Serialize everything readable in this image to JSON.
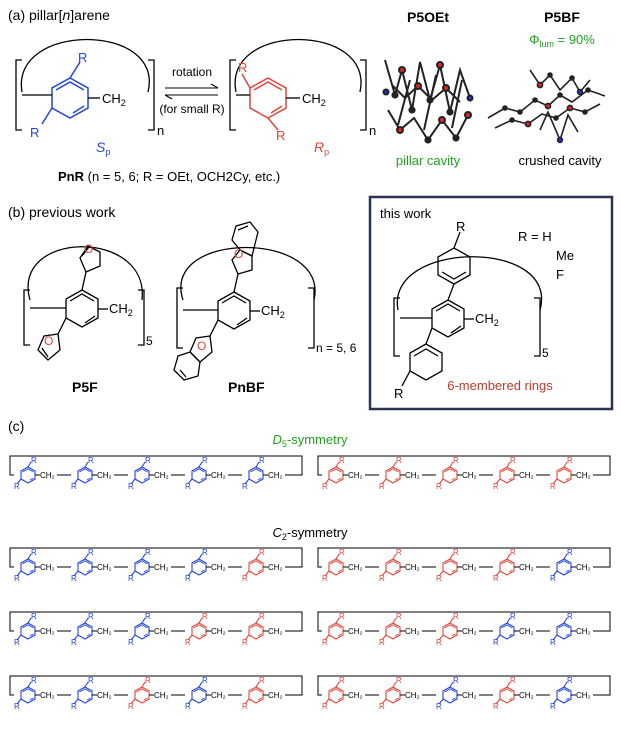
{
  "panel_a": {
    "label": "(a) pillar[",
    "label_n": "n",
    "label_end": "]arene",
    "arrow_top": "rotation",
    "arrow_bottom": "(for small R)",
    "r_text": "R",
    "ch2_text": "CH2",
    "n_text": "n",
    "sp_S": "S",
    "sp_sub": "p",
    "rp_R": "R",
    "rp_sub": "p",
    "caption_bold": "PnR",
    "caption_rest": " (n = 5, 6; R = OEt, OCH2Cy, etc.)",
    "p5oet_title": "P5OEt",
    "p5bf_title": "P5BF",
    "phi": "Φ",
    "phi_sub": "lum",
    "phi_val": " = 90%",
    "pillar_cavity": "pillar cavity",
    "crushed_cavity": "crushed cavity"
  },
  "panel_b": {
    "label": "(b) previous work",
    "p5f_label": "P5F",
    "pnbf_label": "PnBF",
    "o_text": "O",
    "sub5": "5",
    "sub_n56": "n = 5, 6",
    "this_work": "this work",
    "r_eq": "R = H",
    "r_me": "Me",
    "r_f": "F",
    "rings": "6-membered rings"
  },
  "panel_c": {
    "label": "(c)",
    "d5_D": "D",
    "d5_sub": "5",
    "d5_rest": "-symmetry",
    "c2_C": "C",
    "c2_sub": "2",
    "c2_rest": "-symmetry",
    "rows": [
      {
        "left": [
          "b",
          "b",
          "b",
          "b",
          "b"
        ],
        "right": [
          "r",
          "r",
          "r",
          "r",
          "r"
        ]
      },
      {
        "left": [
          "b",
          "b",
          "b",
          "b",
          "r"
        ],
        "right": [
          "r",
          "r",
          "r",
          "r",
          "b"
        ]
      },
      {
        "left": [
          "b",
          "b",
          "b",
          "r",
          "r"
        ],
        "right": [
          "r",
          "r",
          "r",
          "b",
          "b"
        ]
      },
      {
        "left": [
          "b",
          "b",
          "r",
          "b",
          "r"
        ],
        "right": [
          "r",
          "r",
          "b",
          "r",
          "b"
        ]
      }
    ]
  },
  "colors": {
    "blue": "#2244dd",
    "red": "#e0453a",
    "green": "#22a020",
    "darkred": "#c0392b",
    "navy": "#2a3352"
  }
}
